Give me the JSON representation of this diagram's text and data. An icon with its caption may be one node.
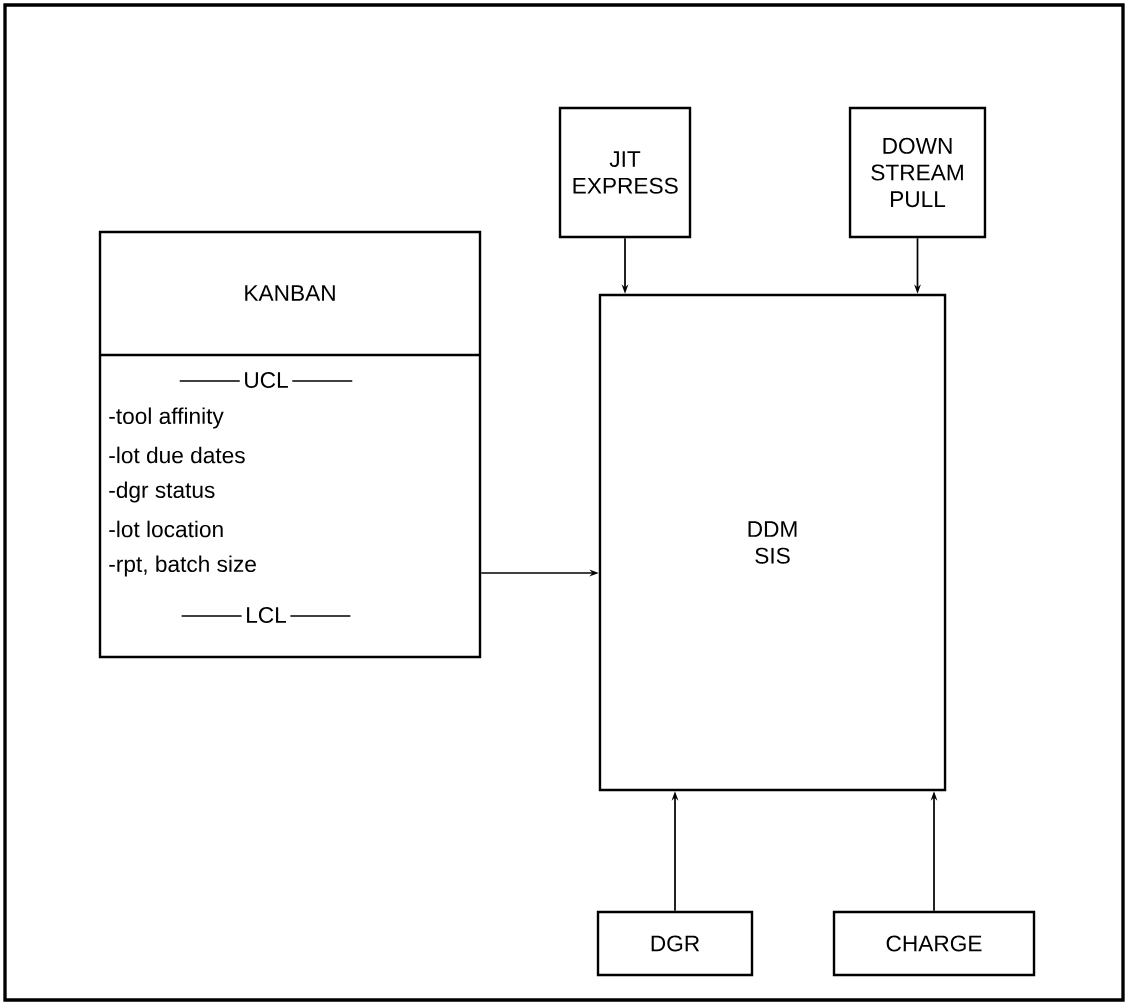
{
  "diagram": {
    "nodes": [
      {
        "text": [
          "KANBAN",
          "UCL",
          "-tool affinity",
          "-lot due dates",
          "-dgr status",
          "-lot location",
          "-rpt, batch size",
          "LCL"
        ]
      },
      {
        "text": [
          "JIT EXPRESS"
        ]
      },
      {
        "text": [
          "DOWN STREAM PULL"
        ]
      },
      {
        "text": [
          "DDM SIS"
        ]
      },
      {
        "text": [
          "DGR"
        ]
      },
      {
        "text": [
          "CHARGE"
        ]
      }
    ],
    "edges": [
      {
        "from": 1,
        "to": 3,
        "arrow": "to"
      },
      {
        "from": 2,
        "to": 3,
        "arrow": "to"
      },
      {
        "from": 0,
        "to": 3,
        "arrow": "to"
      },
      {
        "from": 4,
        "to": 3,
        "arrow": "to"
      },
      {
        "from": 5,
        "to": 3,
        "arrow": "to"
      }
    ]
  }
}
